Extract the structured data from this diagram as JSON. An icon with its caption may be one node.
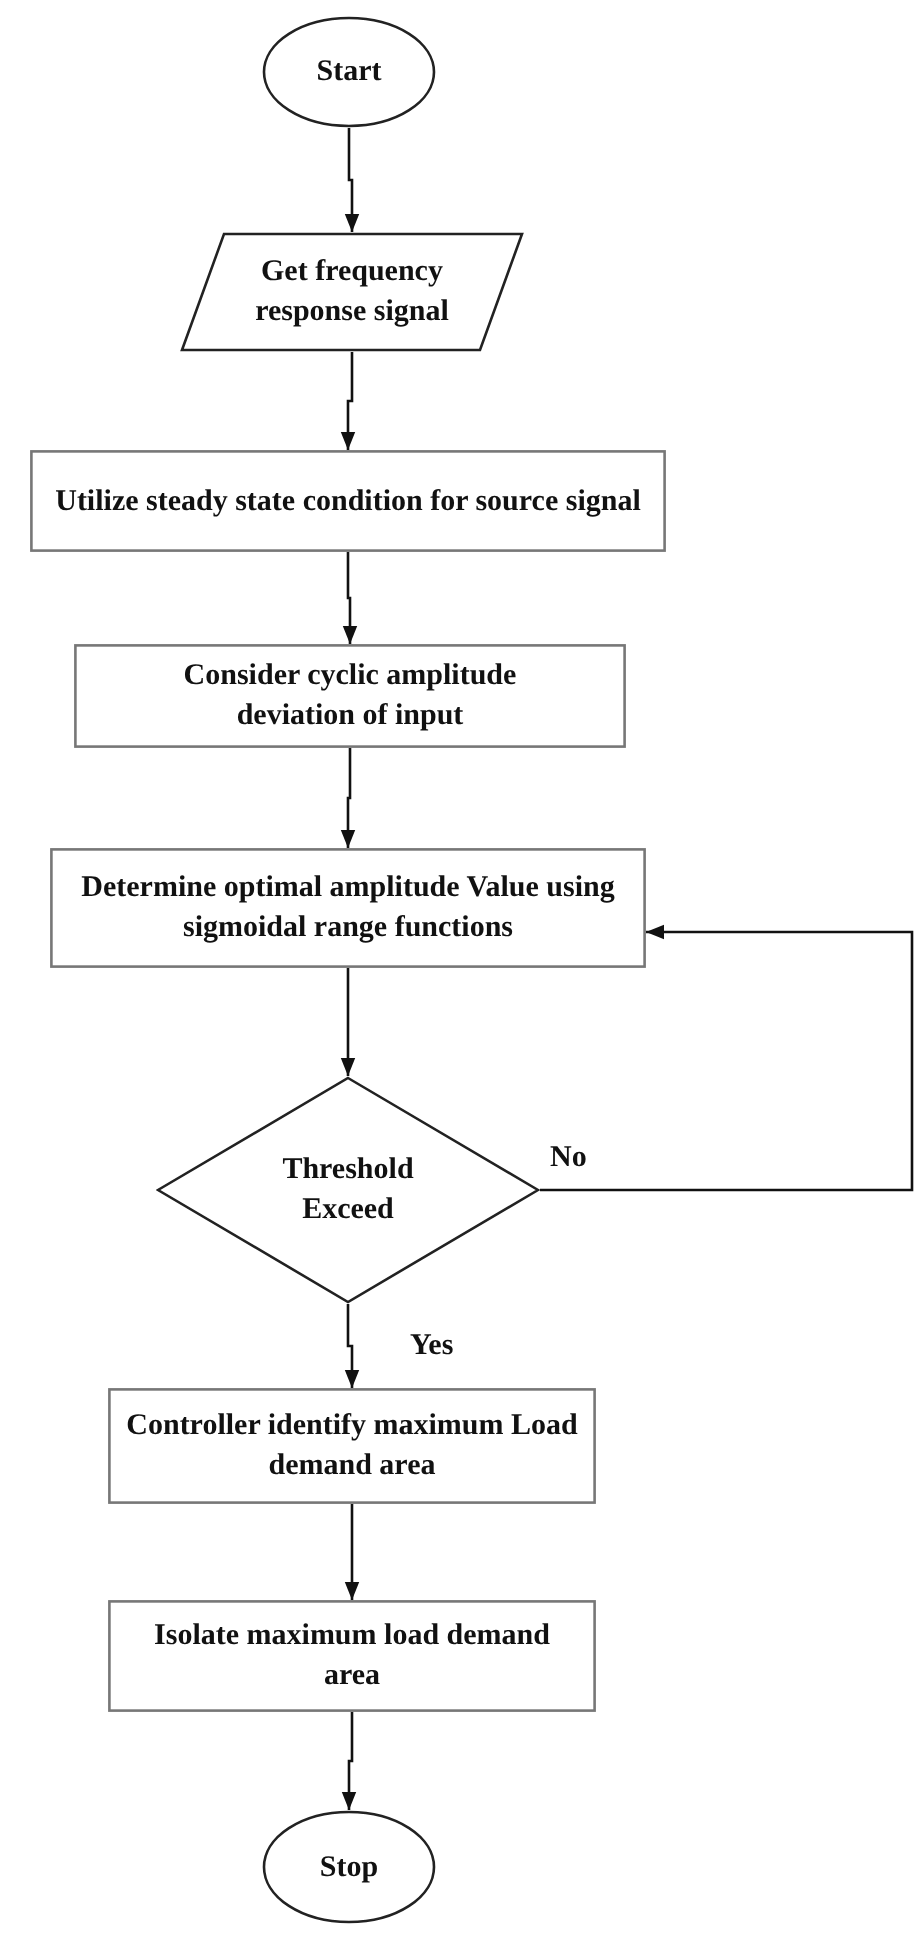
{
  "diagram": {
    "nodes": [
      {
        "text": [
          "Start"
        ]
      },
      {
        "text": [
          "Get frequency response signal"
        ]
      },
      {
        "text": [
          "Utilize steady state condition for source signal"
        ]
      },
      {
        "text": [
          "Consider cyclic amplitude deviation of input"
        ]
      },
      {
        "text": [
          "Determine optimal amplitude Value using sigmoidal range functions"
        ]
      },
      {
        "text": [
          "Threshold Exceed"
        ]
      },
      {
        "text": [
          "Controller identify maximum Load demand area"
        ]
      },
      {
        "text": [
          "Isolate maximum load demand area"
        ]
      },
      {
        "text": [
          "Stop"
        ]
      }
    ],
    "edges": [
      {
        "from": 0,
        "to": 1,
        "arrow": "to"
      },
      {
        "from": 1,
        "to": 2,
        "arrow": "to"
      },
      {
        "from": 2,
        "to": 3,
        "arrow": "to"
      },
      {
        "from": 3,
        "to": 4,
        "arrow": "to"
      },
      {
        "from": 4,
        "to": 5,
        "arrow": "to"
      },
      {
        "from": 5,
        "to": 6,
        "label": "Yes",
        "arrow": "to"
      },
      {
        "from": 6,
        "to": 7,
        "arrow": "to"
      },
      {
        "from": 7,
        "to": 8,
        "arrow": "to"
      },
      {
        "from": 5,
        "to": 4,
        "label": "No",
        "arrow": "to"
      }
    ]
  }
}
